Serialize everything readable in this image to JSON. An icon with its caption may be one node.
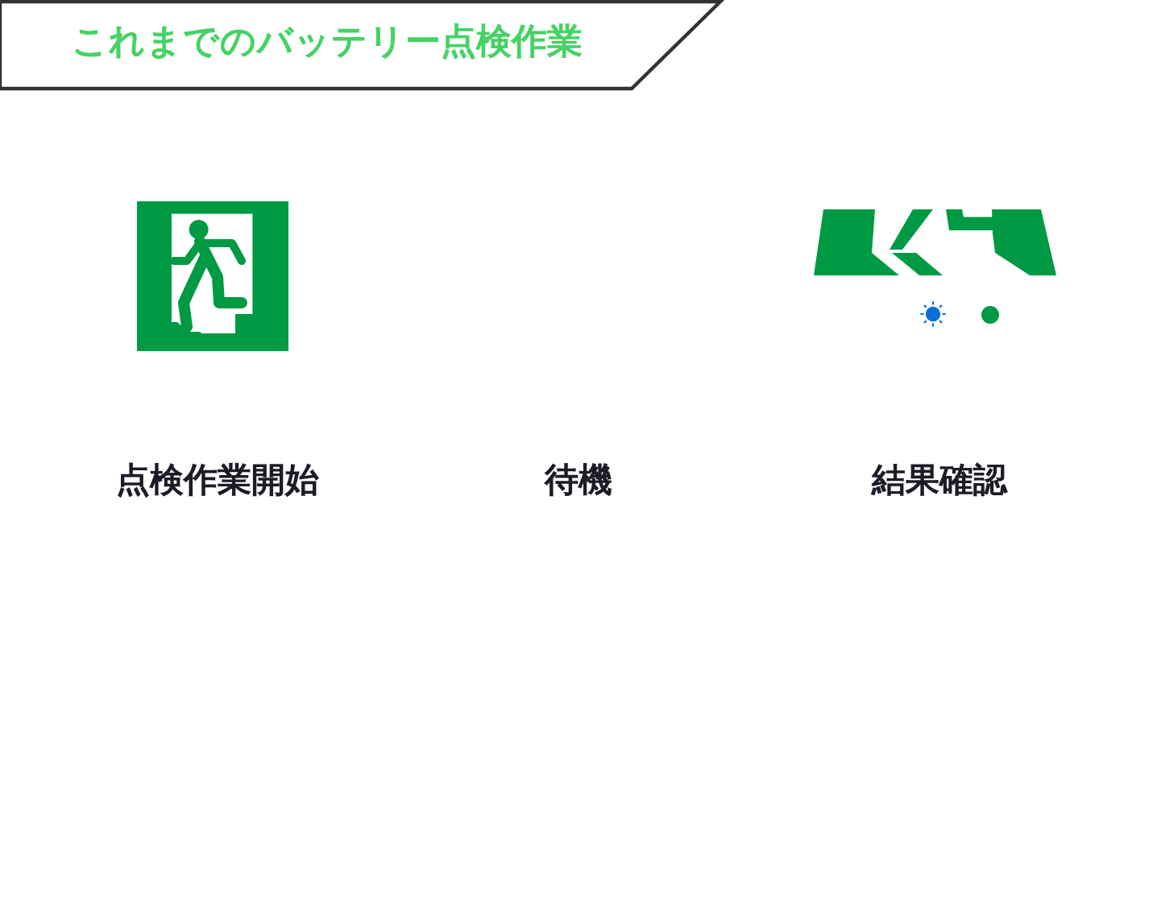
{
  "diagram": {
    "title": "これまでのバッテリー点検作業",
    "labels": [
      "点検作業開始",
      "待機",
      "結果確認"
    ]
  }
}
